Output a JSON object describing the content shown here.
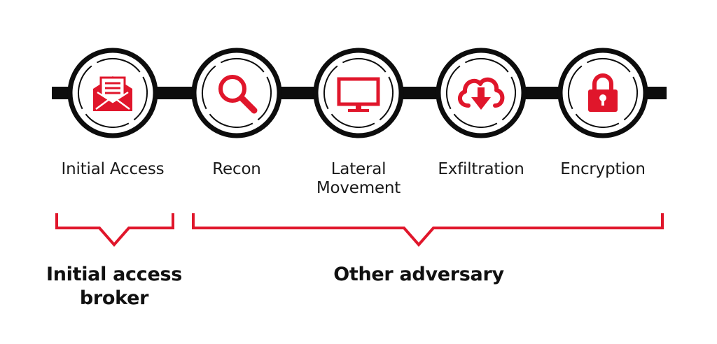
{
  "colors": {
    "accent": "#e0162b",
    "line": "#0d0d0d",
    "text": "#1a1a1a"
  },
  "stages": [
    {
      "id": "initial-access",
      "icon": "envelope-icon",
      "lines": [
        "Initial Access"
      ]
    },
    {
      "id": "recon",
      "icon": "magnifier-icon",
      "lines": [
        "Recon"
      ]
    },
    {
      "id": "lateral-movement",
      "icon": "monitor-icon",
      "lines": [
        "Lateral",
        "Movement"
      ]
    },
    {
      "id": "exfiltration",
      "icon": "cloud-download-icon",
      "lines": [
        "Exfiltration"
      ]
    },
    {
      "id": "encryption",
      "icon": "padlock-icon",
      "lines": [
        "Encryption"
      ]
    }
  ],
  "groups": [
    {
      "id": "initial-access-broker",
      "lines": [
        "Initial access",
        "broker"
      ]
    },
    {
      "id": "other-adversary",
      "lines": [
        "Other adversary"
      ]
    }
  ]
}
